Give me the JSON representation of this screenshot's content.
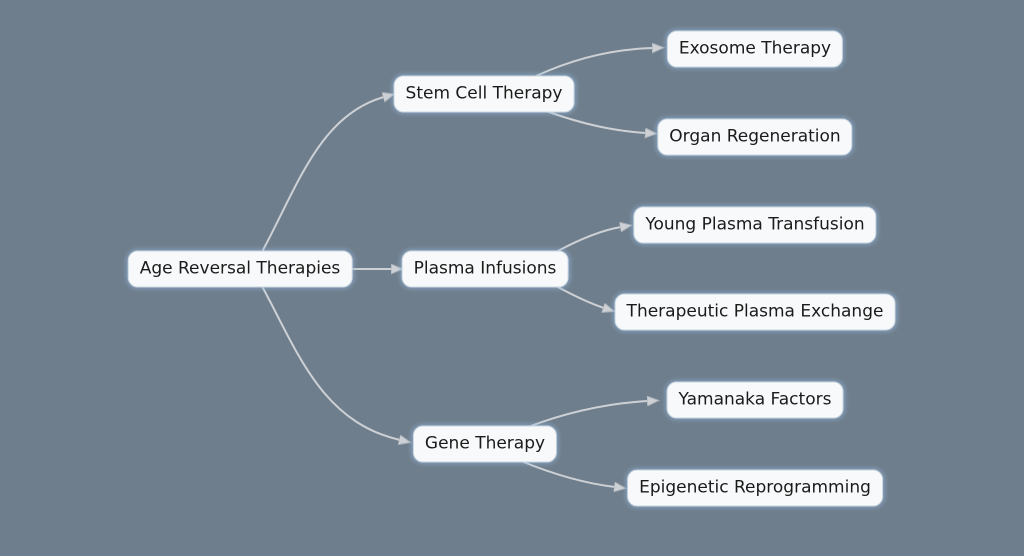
{
  "colors": {
    "background": "#6F7E8C",
    "node_fill": "#F8F9FA",
    "node_border": "#C9D5E0",
    "node_glow": "#94BAE0",
    "edge": "#CDD1D5",
    "text": "#1B1B1B"
  },
  "diagram": {
    "type": "mindmap",
    "root": {
      "label": "Age Reversal Therapies"
    },
    "branches": [
      {
        "label": "Stem Cell Therapy",
        "children": [
          {
            "label": "Exosome Therapy"
          },
          {
            "label": "Organ Regeneration"
          }
        ]
      },
      {
        "label": "Plasma Infusions",
        "children": [
          {
            "label": "Young Plasma Transfusion"
          },
          {
            "label": "Therapeutic Plasma Exchange"
          }
        ]
      },
      {
        "label": "Gene Therapy",
        "children": [
          {
            "label": "Yamanaka Factors"
          },
          {
            "label": "Epigenetic Reprogramming"
          }
        ]
      }
    ]
  }
}
